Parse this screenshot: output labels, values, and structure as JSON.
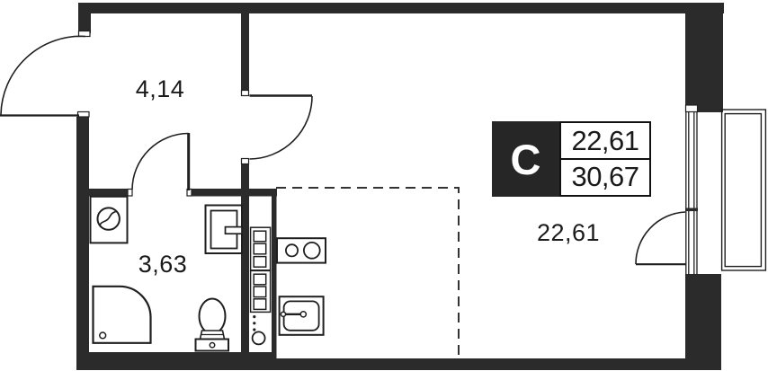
{
  "unit": {
    "type_letter": "С",
    "living_area": "22,61",
    "total_area": "30,67"
  },
  "rooms": {
    "hallway": {
      "area": "4,14"
    },
    "bathroom": {
      "area": "3,63"
    },
    "living_room": {
      "area": "22,61"
    }
  },
  "colors": {
    "wall": "#2b2b2b",
    "stroke": "#1f1f1f",
    "text": "#1a1a1a",
    "background": "#ffffff"
  },
  "symbols": [
    "entrance-door",
    "room-door",
    "bathroom-door",
    "balcony-door",
    "washing-machine",
    "shower",
    "toilet",
    "bathroom-sink",
    "kitchen-cabinet-column",
    "kitchen-hob",
    "kitchen-sink",
    "window",
    "balcony",
    "kitchen-zone-dashed-outline"
  ]
}
